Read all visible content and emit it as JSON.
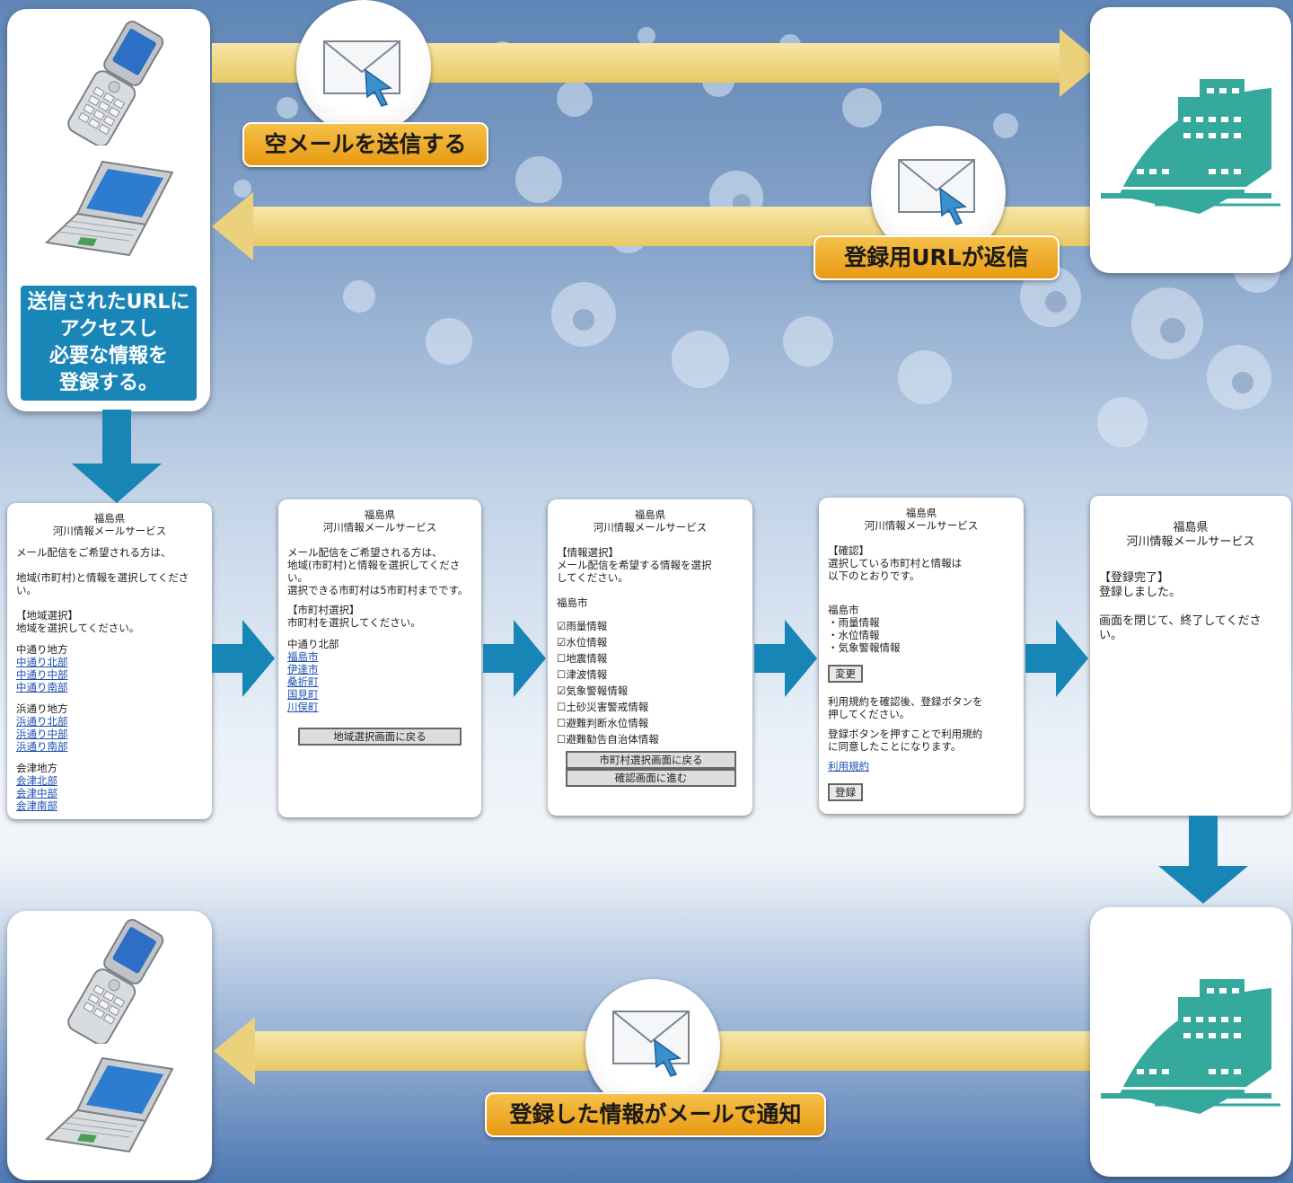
{
  "top_flow": {
    "send_label": "空メールを送信する",
    "reply_label": "登録用URLが返信",
    "access_label": [
      "送信されたURLに",
      "アクセスし",
      "必要な情報を",
      "登録する。"
    ]
  },
  "bottom_flow": {
    "notify_label": "登録した情報がメールで通知"
  },
  "screens": {
    "s1": {
      "pref": "福島県",
      "service": "河川情報メールサービス",
      "intro1": "メール配信をご希望される方は、",
      "intro2": "地域(市町村)と情報を選択してください。",
      "section_title": "【地域選択】",
      "section_text": "地域を選択してください。",
      "groups": [
        {
          "name": "中通り地方",
          "links": [
            "中通り北部",
            "中通り中部",
            "中通り南部"
          ]
        },
        {
          "name": "浜通り地方",
          "links": [
            "浜通り北部",
            "浜通り中部",
            "浜通り南部"
          ]
        },
        {
          "name": "会津地方",
          "links": [
            "会津北部",
            "会津中部",
            "会津南部"
          ]
        }
      ]
    },
    "s2": {
      "pref": "福島県",
      "service": "河川情報メールサービス",
      "intro1": "メール配信をご希望される方は、",
      "intro2": "地域(市町村)と情報を選択してください。",
      "intro3": "選択できる市町村は5市町村までです。",
      "section_title": "【市町村選択】",
      "section_text": "市町村を選択してください。",
      "region": "中通り北部",
      "links": [
        "福島市",
        "伊達市",
        "桑折町",
        "国見町",
        "川俣町"
      ],
      "back_button": "地域選択画面に戻る"
    },
    "s3": {
      "pref": "福島県",
      "service": "河川情報メールサービス",
      "section_title": "【情報選択】",
      "section_text1": "メール配信を希望する情報を選択",
      "section_text2": "してください。",
      "city": "福島市",
      "items": [
        {
          "mark": "☑",
          "label": "雨量情報"
        },
        {
          "mark": "☑",
          "label": "水位情報"
        },
        {
          "mark": "☐",
          "label": "地震情報"
        },
        {
          "mark": "☐",
          "label": "津波情報"
        },
        {
          "mark": "☑",
          "label": "気象警報情報"
        },
        {
          "mark": "☐",
          "label": "土砂災害警戒情報"
        },
        {
          "mark": "☐",
          "label": "避難判断水位情報"
        },
        {
          "mark": "☐",
          "label": "避難勧告自治体情報"
        }
      ],
      "back_button": "市町村選択画面に戻る",
      "next_button": "確認画面に進む"
    },
    "s4": {
      "pref": "福島県",
      "service": "河川情報メールサービス",
      "section_title": "【確認】",
      "section_text1": "選択している市町村と情報は",
      "section_text2": "以下のとおりです。",
      "city": "福島市",
      "items": [
        "・雨量情報",
        "・水位情報",
        "・気象警報情報"
      ],
      "change_button": "変更",
      "note1a": "利用規約を確認後、登録ボタンを",
      "note1b": "押してください。",
      "note2a": "登録ボタンを押すことで利用規約",
      "note2b": "に同意したことになります。",
      "terms_link": "利用規約",
      "register_button": "登録"
    },
    "s5": {
      "pref": "福島県",
      "service": "河川情報メールサービス",
      "section_title": "【登録完了】",
      "section_text": "登録しました。",
      "close_text": "画面を閉じて、終了してください。"
    }
  },
  "colors": {
    "yellow_arrow": "#ecd17c",
    "orange_label": "#f0a824",
    "blue_arrow": "#1786b6",
    "building_teal": "#34a99c"
  }
}
